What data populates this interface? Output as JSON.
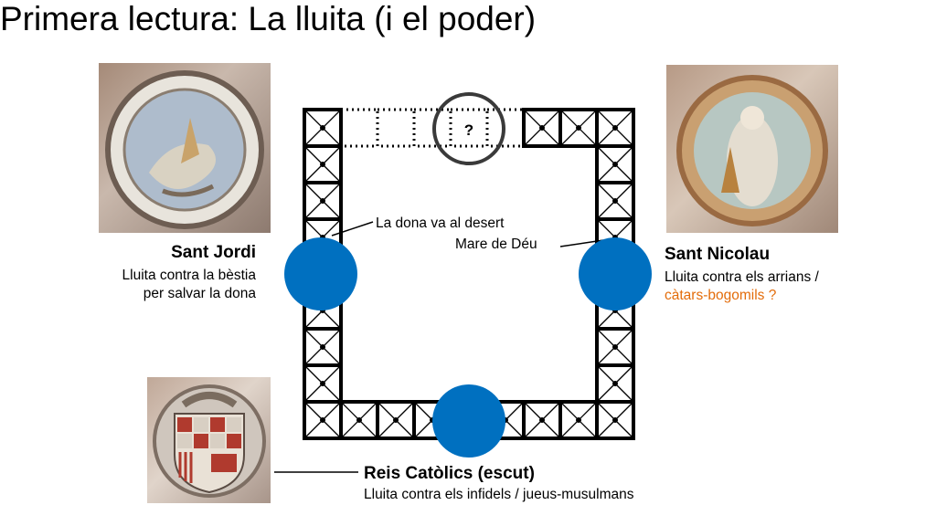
{
  "slide": {
    "title": "Primera lectura: La lluita (i el poder)"
  },
  "diagram": {
    "unknown_mark": "?",
    "label_desert": "La dona va al desert",
    "label_mare": "Mare de Déu",
    "circle_color": "#0070C0"
  },
  "sant_jordi": {
    "name": "Sant Jordi",
    "line1": "Lluita contra la bèstia",
    "line2": "per salvar la dona"
  },
  "sant_nicolau": {
    "name": "Sant Nicolau",
    "line1": "Lluita contra els arrians /",
    "line2": "càtars-bogomils ?",
    "highlight_color": "#E36C0A"
  },
  "reis": {
    "name": "Reis Catòlics (escut)",
    "line1": "Lluita contra els infidels / jueus-musulmans"
  }
}
